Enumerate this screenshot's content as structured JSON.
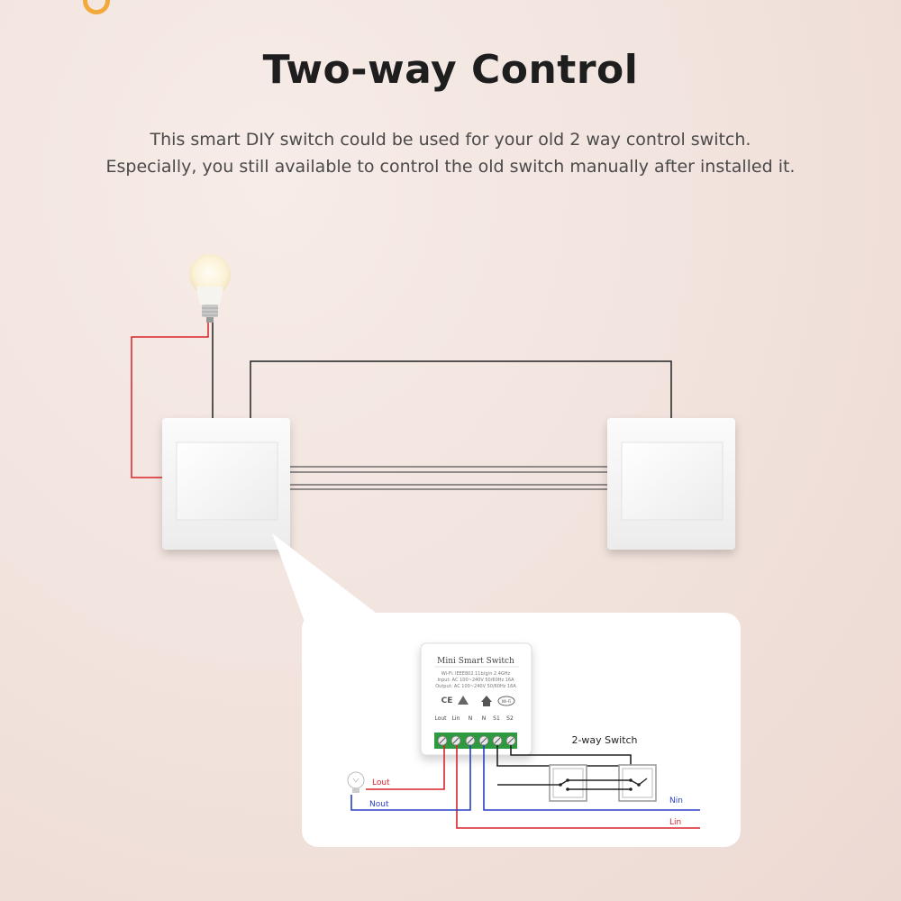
{
  "header": {
    "title": "Two-way Control",
    "description_line1": "This smart DIY switch could be used for your old 2 way control switch.",
    "description_line2": "Especially, you still available to control the old switch manually after installed it."
  },
  "module": {
    "name": "Mini  Smart Switch",
    "spec_wifi": "Wi-Fi: IEEE802.11b/g/n 2.4GHz",
    "spec_input": "Input:  AC 100~240V 50/60Hz 16A",
    "spec_output": "Output: AC 100~240V 50/60Hz 16A",
    "cert_ce": "CE",
    "cert_wifi": "Wi-Fi",
    "terminals": [
      "Lout",
      "Lin",
      "N",
      "N",
      "S1",
      "S2"
    ]
  },
  "wiring": {
    "switch_label": "2-way Switch",
    "lout": "Lout",
    "nout": "Nout",
    "nin": "Nin",
    "lin": "Lin"
  },
  "colors": {
    "live": "#d9232a",
    "neutral": "#2a3fc4",
    "switch_wire": "#222222",
    "terminal_block": "#2e9a3f",
    "accent": "#f2a83a"
  }
}
